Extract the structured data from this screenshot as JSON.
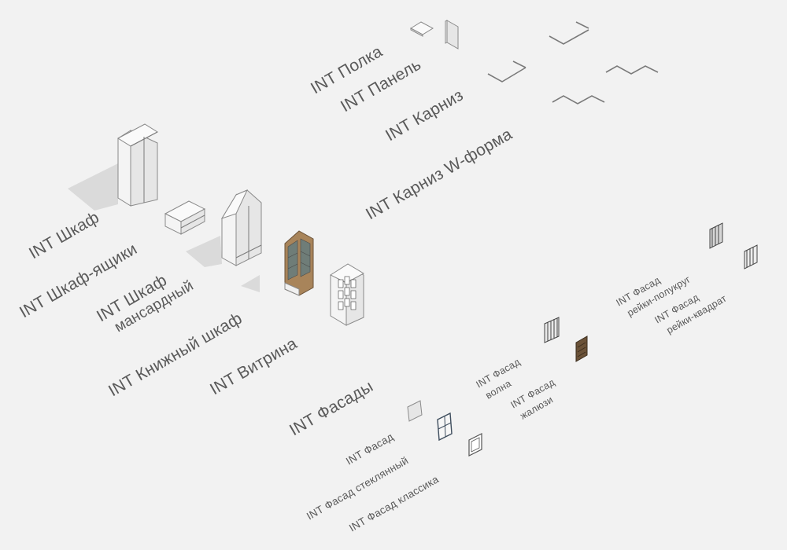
{
  "labels": {
    "polka": "INT Полка",
    "panel": "INT Панель",
    "karniz": "INT Карниз",
    "karniz_w": "INT Карниз W-форма",
    "shkaf": "INT Шкаф",
    "shkaf_yashchiki": "INT Шкаф-ящики",
    "shkaf_mansard_1": "INT Шкаф",
    "shkaf_mansard_2": "мансардный",
    "knizhny": "INT Книжный шкаф",
    "vitrina": "INT Витрина",
    "fasady": "INT Фасады",
    "fasad": "INT Фасад",
    "fasad_steklyanny": "INT Фасад стеклянный",
    "fasad_klassika": "INT Фасад классика",
    "fasad_volna_1": "INT Фасад",
    "fasad_volna_2": "волна",
    "fasad_zhaluzi_1": "INT Фасад",
    "fasad_zhaluzi_2": "жалюзи",
    "fasad_polukrug_1": "INT Фасад",
    "fasad_polukrug_2": "рейки-полукруг",
    "fasad_kvadrat_1": "INT Фасад",
    "fasad_kvadrat_2": "рейки-квадрат"
  },
  "colors": {
    "background": "#f2f2f2",
    "label": "#5a5a5a",
    "wood": "#a8845a",
    "glass": "#6f7d78",
    "dark_wood": "#6b5238"
  }
}
